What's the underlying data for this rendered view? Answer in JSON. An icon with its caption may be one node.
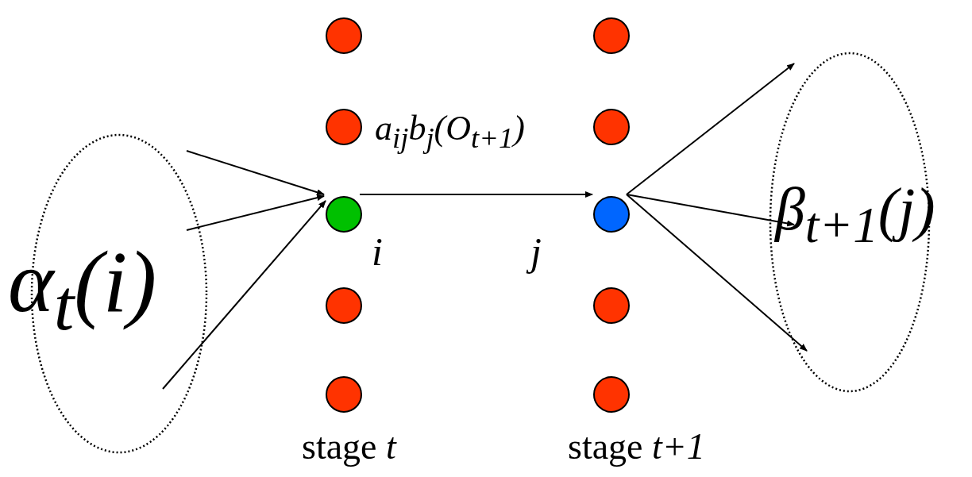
{
  "diagram": {
    "nodes": [
      {
        "text": [
          "α$_{t}$(i)"
        ]
      },
      {
        "text": [],
        "shape": "circle"
      },
      {
        "text": [],
        "shape": "circle"
      },
      {
        "text": [],
        "shape": "circle",
        "beside": [
          "i"
        ]
      },
      {
        "text": [],
        "shape": "circle"
      },
      {
        "text": [],
        "shape": "circle"
      },
      {
        "text": [],
        "shape": "circle"
      },
      {
        "text": [],
        "shape": "circle"
      },
      {
        "text": [],
        "shape": "circle",
        "beside": [
          "j"
        ]
      },
      {
        "text": [],
        "shape": "circle"
      },
      {
        "text": [],
        "shape": "circle"
      },
      {
        "text": [
          "β$_{t+1}$(j)"
        ]
      }
    ],
    "edges": [
      {
        "from": 0,
        "to": 3,
        "arrow": "to"
      },
      {
        "from": 0,
        "to": 3,
        "arrow": "to"
      },
      {
        "from": 0,
        "to": 3,
        "arrow": "to"
      },
      {
        "from": 3,
        "to": 8,
        "arrow": "to",
        "label": "a$_{ij}$b$_{j}$(O$_{t+1}$)"
      },
      {
        "from": 8,
        "to": 11,
        "arrow": "to"
      },
      {
        "from": 8,
        "to": 11,
        "arrow": "to"
      },
      {
        "from": 8,
        "to": 11,
        "arrow": "to"
      }
    ],
    "labels": [
      "stage *t*",
      "stage *t+1*"
    ]
  }
}
